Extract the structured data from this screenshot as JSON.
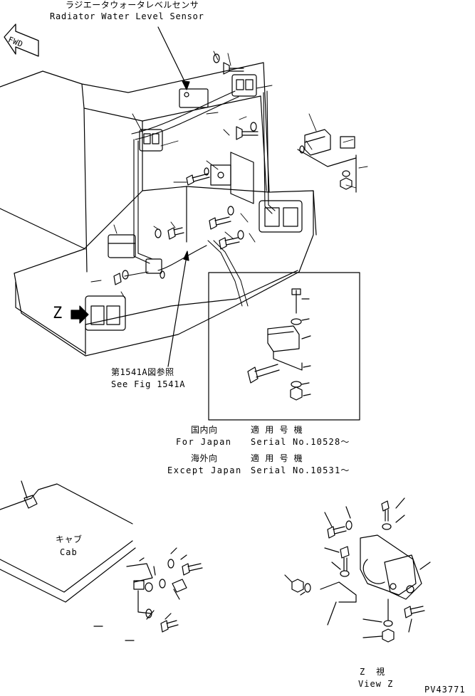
{
  "labels": {
    "radiator_sensor_jp": "ラジエータウォータレベルセンサ",
    "radiator_sensor_en": "Radiator Water Level Sensor",
    "fwd": "FWD",
    "z_marker": "Z",
    "see_fig_jp": "第1541A図参照",
    "see_fig_en": "See Fig 1541A",
    "domestic_jp": "国内向",
    "domestic_serial_jp": "適 用 号 機",
    "domestic_en": "For Japan",
    "domestic_serial_en": "Serial No.10528～",
    "export_jp": "海外向",
    "export_serial_jp": "適 用 号 機",
    "export_en": "Except Japan",
    "export_serial_en": "Serial No.10531～",
    "cab_jp": "キャブ",
    "cab_en": "Cab",
    "view_z_jp": "Z  視",
    "view_z_en": "View Z",
    "drawing_no": "PV43771"
  }
}
